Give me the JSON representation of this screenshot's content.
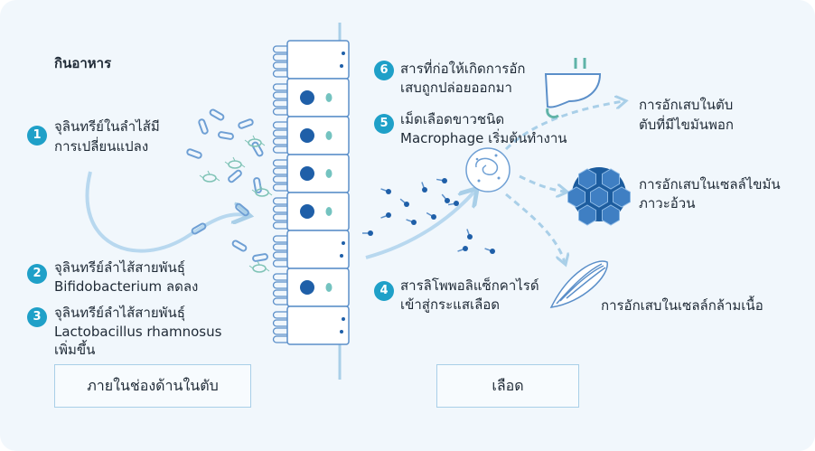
{
  "food_label": "กินอาหาร",
  "steps": [
    {
      "num": "1",
      "lines": [
        "จุลินทรีย์ในลำไส้มี",
        "การเปลี่ยนแปลง"
      ]
    },
    {
      "num": "2",
      "lines": [
        "จุลินทรีย์ลำไส้สายพันธุ์",
        "Bifidobacterium ลดลง"
      ]
    },
    {
      "num": "3",
      "lines": [
        "จุลินทรีย์ลำไส้สายพันธุ์",
        "Lactobacillus rhamnosus",
        "เพิ่มขึ้น"
      ]
    },
    {
      "num": "4",
      "lines": [
        "สารลิโพพอลิแซ็กคาไรด์",
        "เข้าสู่กระแสเลือด"
      ]
    },
    {
      "num": "5",
      "lines": [
        "เม็ดเลือดขาวชนิด",
        "Macrophage เริ่มต้นทำงาน"
      ]
    },
    {
      "num": "6",
      "lines": [
        "สารที่ก่อให้เกิดการอัก",
        "เสบถูกปล่อยออกมา"
      ]
    }
  ],
  "outcomes": {
    "liver": [
      "การอักเสบในตับ",
      "ตับที่มีไขมันพอก"
    ],
    "fat": [
      "การอักเสบในเซลล์ไขมัน",
      "ภาวะอ้วน"
    ],
    "muscle": [
      "การอักเสบในเซลล์กล้ามเนื้อ"
    ]
  },
  "panels": {
    "gut": "ภายในช่องด้านในตับ",
    "blood": "เลือด"
  },
  "colors": {
    "badge": "#1fa0c8",
    "line": "#a9cfe8",
    "membrane": "#5b8fc9",
    "nucleus": "#1f5fa8",
    "fat_cell": "#1c5c9e"
  },
  "icons": [
    "bacteria-icon",
    "macrophage-icon",
    "liver-icon",
    "fat-cell-icon",
    "muscle-icon"
  ]
}
